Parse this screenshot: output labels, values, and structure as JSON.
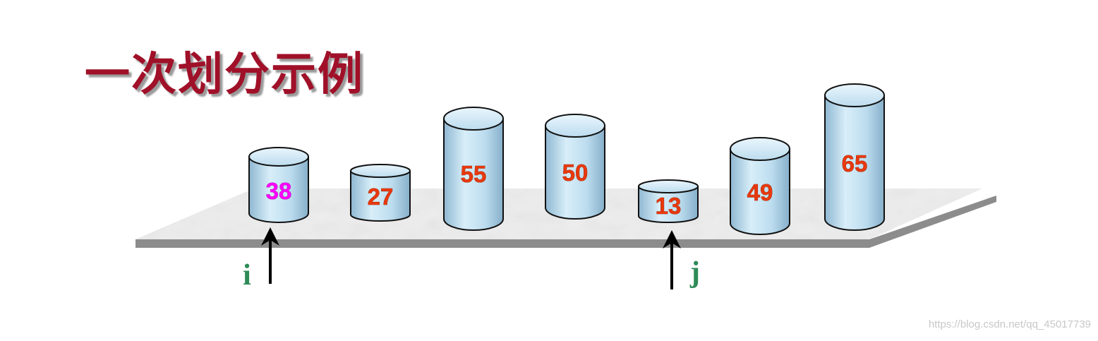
{
  "title": "一次划分示例",
  "watermark": "https://blog.csdn.net/qq_45017739",
  "cylinders": [
    {
      "value": "38",
      "highlight": true
    },
    {
      "value": "27",
      "highlight": false
    },
    {
      "value": "55",
      "highlight": false
    },
    {
      "value": "50",
      "highlight": false
    },
    {
      "value": "13",
      "highlight": false
    },
    {
      "value": "49",
      "highlight": false
    },
    {
      "value": "65",
      "highlight": false
    }
  ],
  "pointers": [
    {
      "label": "i",
      "target_index": 0
    },
    {
      "label": "j",
      "target_index": 4
    }
  ],
  "colors": {
    "title": "#a01028",
    "value_text": "#e8380d",
    "highlight_text": "#ff00ff",
    "pointer_label": "#2e8b57",
    "cylinder_fill": "#c6e4f4",
    "platform_shadow": "#8c8c8c"
  }
}
